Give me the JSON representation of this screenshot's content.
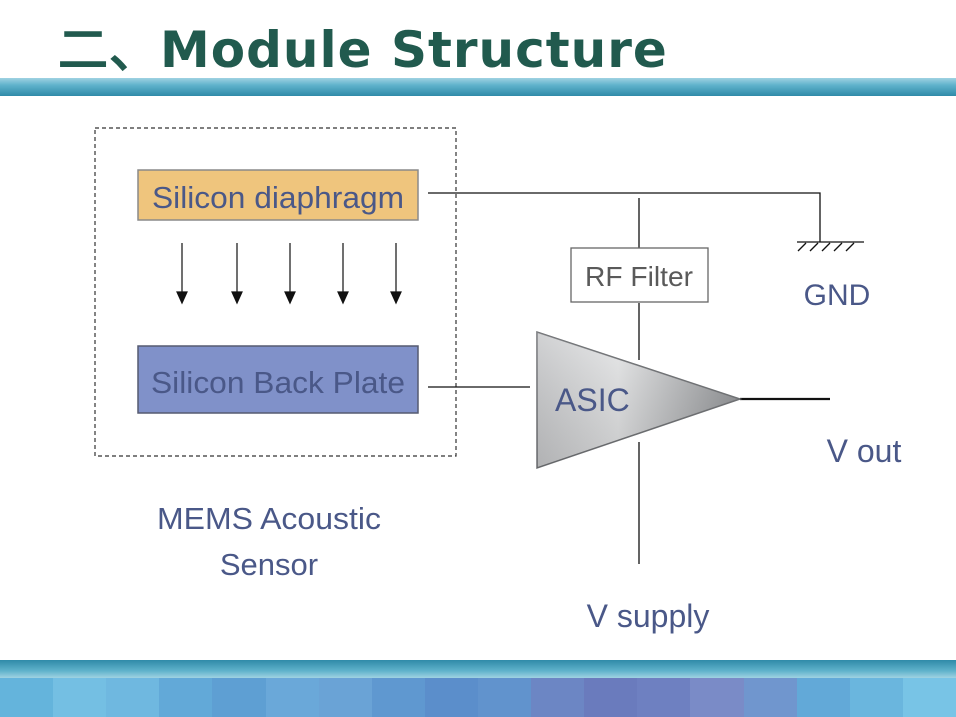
{
  "slide": {
    "title": "二、Module Structure"
  },
  "diagram": {
    "diaphragm_label": "Silicon diaphragm",
    "back_plate_label": "Silicon Back Plate",
    "rf_filter_label": "RF Filter",
    "asic_label": "ASIC",
    "gnd_label": "GND",
    "vout_label": "V out",
    "vsupply_label": "V supply",
    "sensor_caption_line1": "MEMS Acoustic",
    "sensor_caption_line2": "Sensor"
  },
  "colors": {
    "title": "#215a4e",
    "diaphragm_fill": "#efc57d",
    "back_plate_fill": "#8091c9",
    "label_text": "#4a5888",
    "band": "#3b94b3",
    "bottom_tiles": [
      "#64b4dc",
      "#74bfe3",
      "#6fb8e0",
      "#62a9d8",
      "#5e9fd3",
      "#6aa8d9",
      "#6aa3d6",
      "#5f98d0",
      "#5b8ecb",
      "#6193cd",
      "#6c86c4",
      "#6a7bbd",
      "#6e80c1",
      "#7a8bc7",
      "#7096ce",
      "#62a9d8",
      "#6ab6de",
      "#78c4e6"
    ]
  }
}
